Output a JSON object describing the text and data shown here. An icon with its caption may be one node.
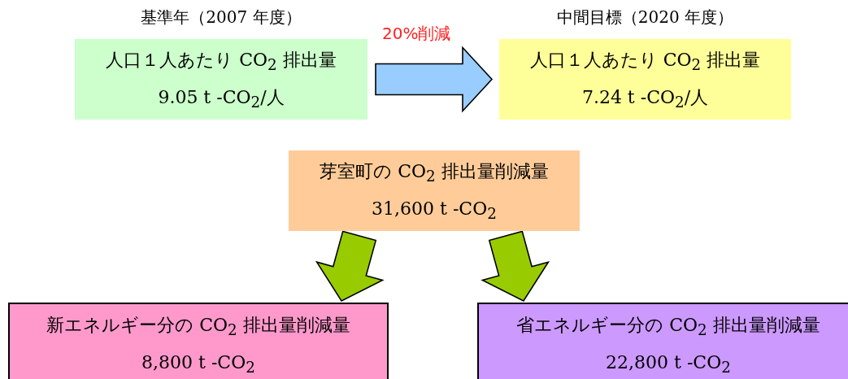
{
  "diagram": {
    "nodes": [
      {
        "text": [
          "基準年（2007 年度）",
          "人口１人あたり CO$_{2}$ 排出量",
          "9.05 t -CO$_{2}$/人"
        ]
      },
      {
        "text": [
          "中間目標（2020 年度）",
          "人口１人あたり CO$_{2}$ 排出量",
          "7.24 t -CO$_{2}$/人"
        ]
      },
      {
        "text": [
          "芽室町の CO$_{2}$ 排出量削減量",
          "31,600 t -CO$_{2}$"
        ]
      },
      {
        "text": [
          "新エネルギー分の CO$_{2}$ 排出量削減量",
          "8,800 t -CO$_{2}$"
        ]
      },
      {
        "text": [
          "省エネルギー分の CO$_{2}$ 排出量削減量",
          "22,800 t -CO$_{2}$"
        ]
      }
    ],
    "edges": [
      {
        "from": 0,
        "to": 1,
        "arrow": "to",
        "label": "20%削減",
        "style": "thick",
        "color": "#99ccff"
      },
      {
        "from": 2,
        "to": 3,
        "arrow": "to",
        "style": "thick"
      },
      {
        "from": 2,
        "to": 4,
        "arrow": "to",
        "style": "thick"
      }
    ]
  }
}
